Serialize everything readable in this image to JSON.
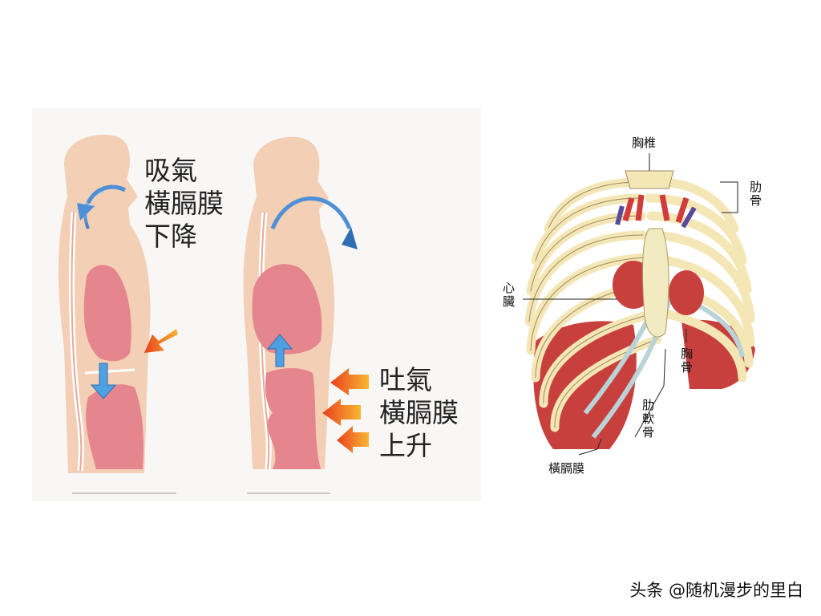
{
  "breathing": {
    "inhale": {
      "title": "吸氣",
      "line2": "橫膈膜",
      "line3": "下降"
    },
    "exhale": {
      "title": "吐氣",
      "line2": "橫膈膜",
      "line3": "上升"
    }
  },
  "ribcage": {
    "thoracic_vertebrae": "胸椎",
    "ribs": "肋骨",
    "heart": "心臟",
    "sternum": "胸骨",
    "costal_cartilage": "肋軟骨",
    "diaphragm": "橫膈膜"
  },
  "watermark": "头条 @随机漫步的里白",
  "colors": {
    "skin": "#f3cfb5",
    "lung": "#e5868e",
    "arrow_blue": "#4f8fd6",
    "arrow_orange": "#f07a1a",
    "bone": "#f4e6b5",
    "muscle": "#c8403e"
  }
}
